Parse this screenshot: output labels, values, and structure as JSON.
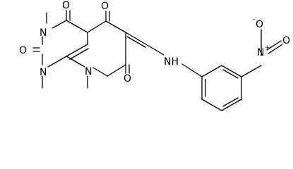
{
  "diagram": {
    "type": "chemical-structure",
    "colors": {
      "ink": "#000000",
      "background": "#ffffff"
    },
    "atoms": {
      "o_c4": "O",
      "o_c5": "O",
      "o_c2": "O",
      "o_c7": "O",
      "n3": "N",
      "n1": "N",
      "n8": "N",
      "nh": "NH",
      "nitro_o_minus": "O",
      "nitro_o_minus_charge": "-",
      "nitro_n_plus": "N",
      "nitro_n_plus_charge": "+",
      "nitro_o": "O"
    }
  }
}
